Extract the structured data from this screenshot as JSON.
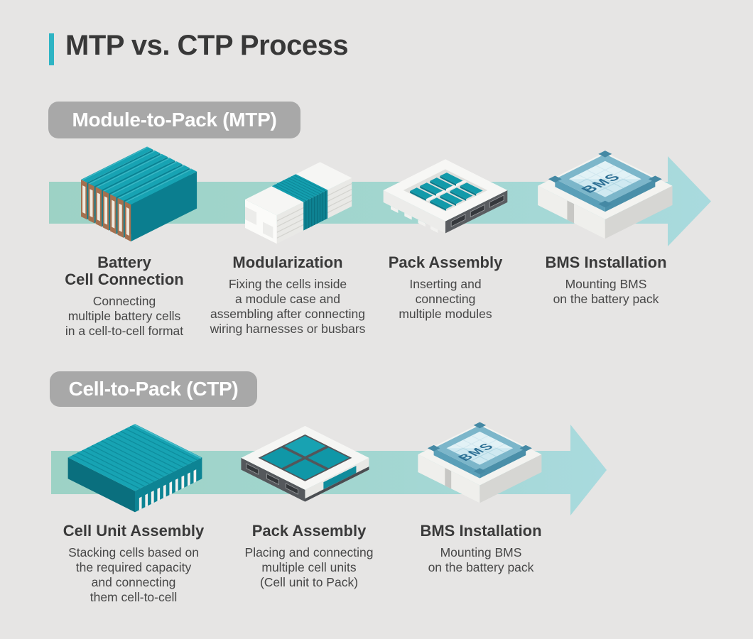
{
  "title": "MTP vs. CTP Process",
  "bms_label": "BMS",
  "colors": {
    "accent_teal": "#2eb4c4",
    "band_teal_left": "#9dd2c5",
    "band_teal_right": "#a9dade",
    "cell_teal": "#17a3b3",
    "pill_gray": "#a8a8a8",
    "background": "#e6e5e4",
    "text_dark": "#3a3a3a"
  },
  "mtp": {
    "label": "Module-to-Pack (MTP)",
    "steps": [
      {
        "title": "Battery\nCell Connection",
        "desc": "Connecting\nmultiple battery cells\nin a cell-to-cell format",
        "icon": "battery-cells"
      },
      {
        "title": "Modularization",
        "desc": "Fixing the cells inside\na module case and\nassembling after connecting\nwiring harnesses or busbars",
        "icon": "module-case"
      },
      {
        "title": "Pack Assembly",
        "desc": "Inserting and\nconnecting\nmultiple modules",
        "icon": "module-pack"
      },
      {
        "title": "BMS Installation",
        "desc": "Mounting BMS\non the battery pack",
        "icon": "bms-chip"
      }
    ]
  },
  "ctp": {
    "label": "Cell-to-Pack (CTP)",
    "steps": [
      {
        "title": "Cell Unit Assembly",
        "desc": "Stacking cells based on\nthe required capacity\nand connecting\nthem cell-to-cell",
        "icon": "cell-stack"
      },
      {
        "title": "Pack Assembly",
        "desc": "Placing and connecting\nmultiple cell units\n(Cell unit to Pack)",
        "icon": "cell-pack"
      },
      {
        "title": "BMS Installation",
        "desc": "Mounting BMS\non the battery pack",
        "icon": "bms-chip"
      }
    ]
  }
}
